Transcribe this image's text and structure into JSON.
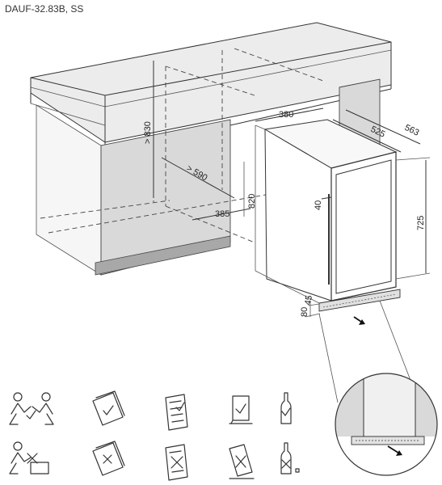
{
  "title": "DAUF-32.83B, SS",
  "dimensions": {
    "d830": "> 830",
    "d590": "> 590",
    "d385": "385",
    "d820": "820",
    "d380": "380",
    "d525": "525",
    "d563": "563",
    "d40": "40",
    "d725": "725",
    "d45": "45",
    "d80": "80"
  },
  "icons": {
    "do": [
      "two-person-carry-icon",
      "manual-check-icon",
      "parts-list-check-icon",
      "upright-check-icon",
      "bottle-check-icon"
    ],
    "dont": [
      "one-person-carry-cross-icon",
      "manual-cross-icon",
      "parts-list-cross-icon",
      "tilted-cross-icon",
      "bottle-cross-icon"
    ]
  },
  "colors": {
    "panel": "#d9d9d9",
    "panel_dark": "#a8a8a8",
    "counter": "#e8e8e8",
    "line": "#333333"
  }
}
